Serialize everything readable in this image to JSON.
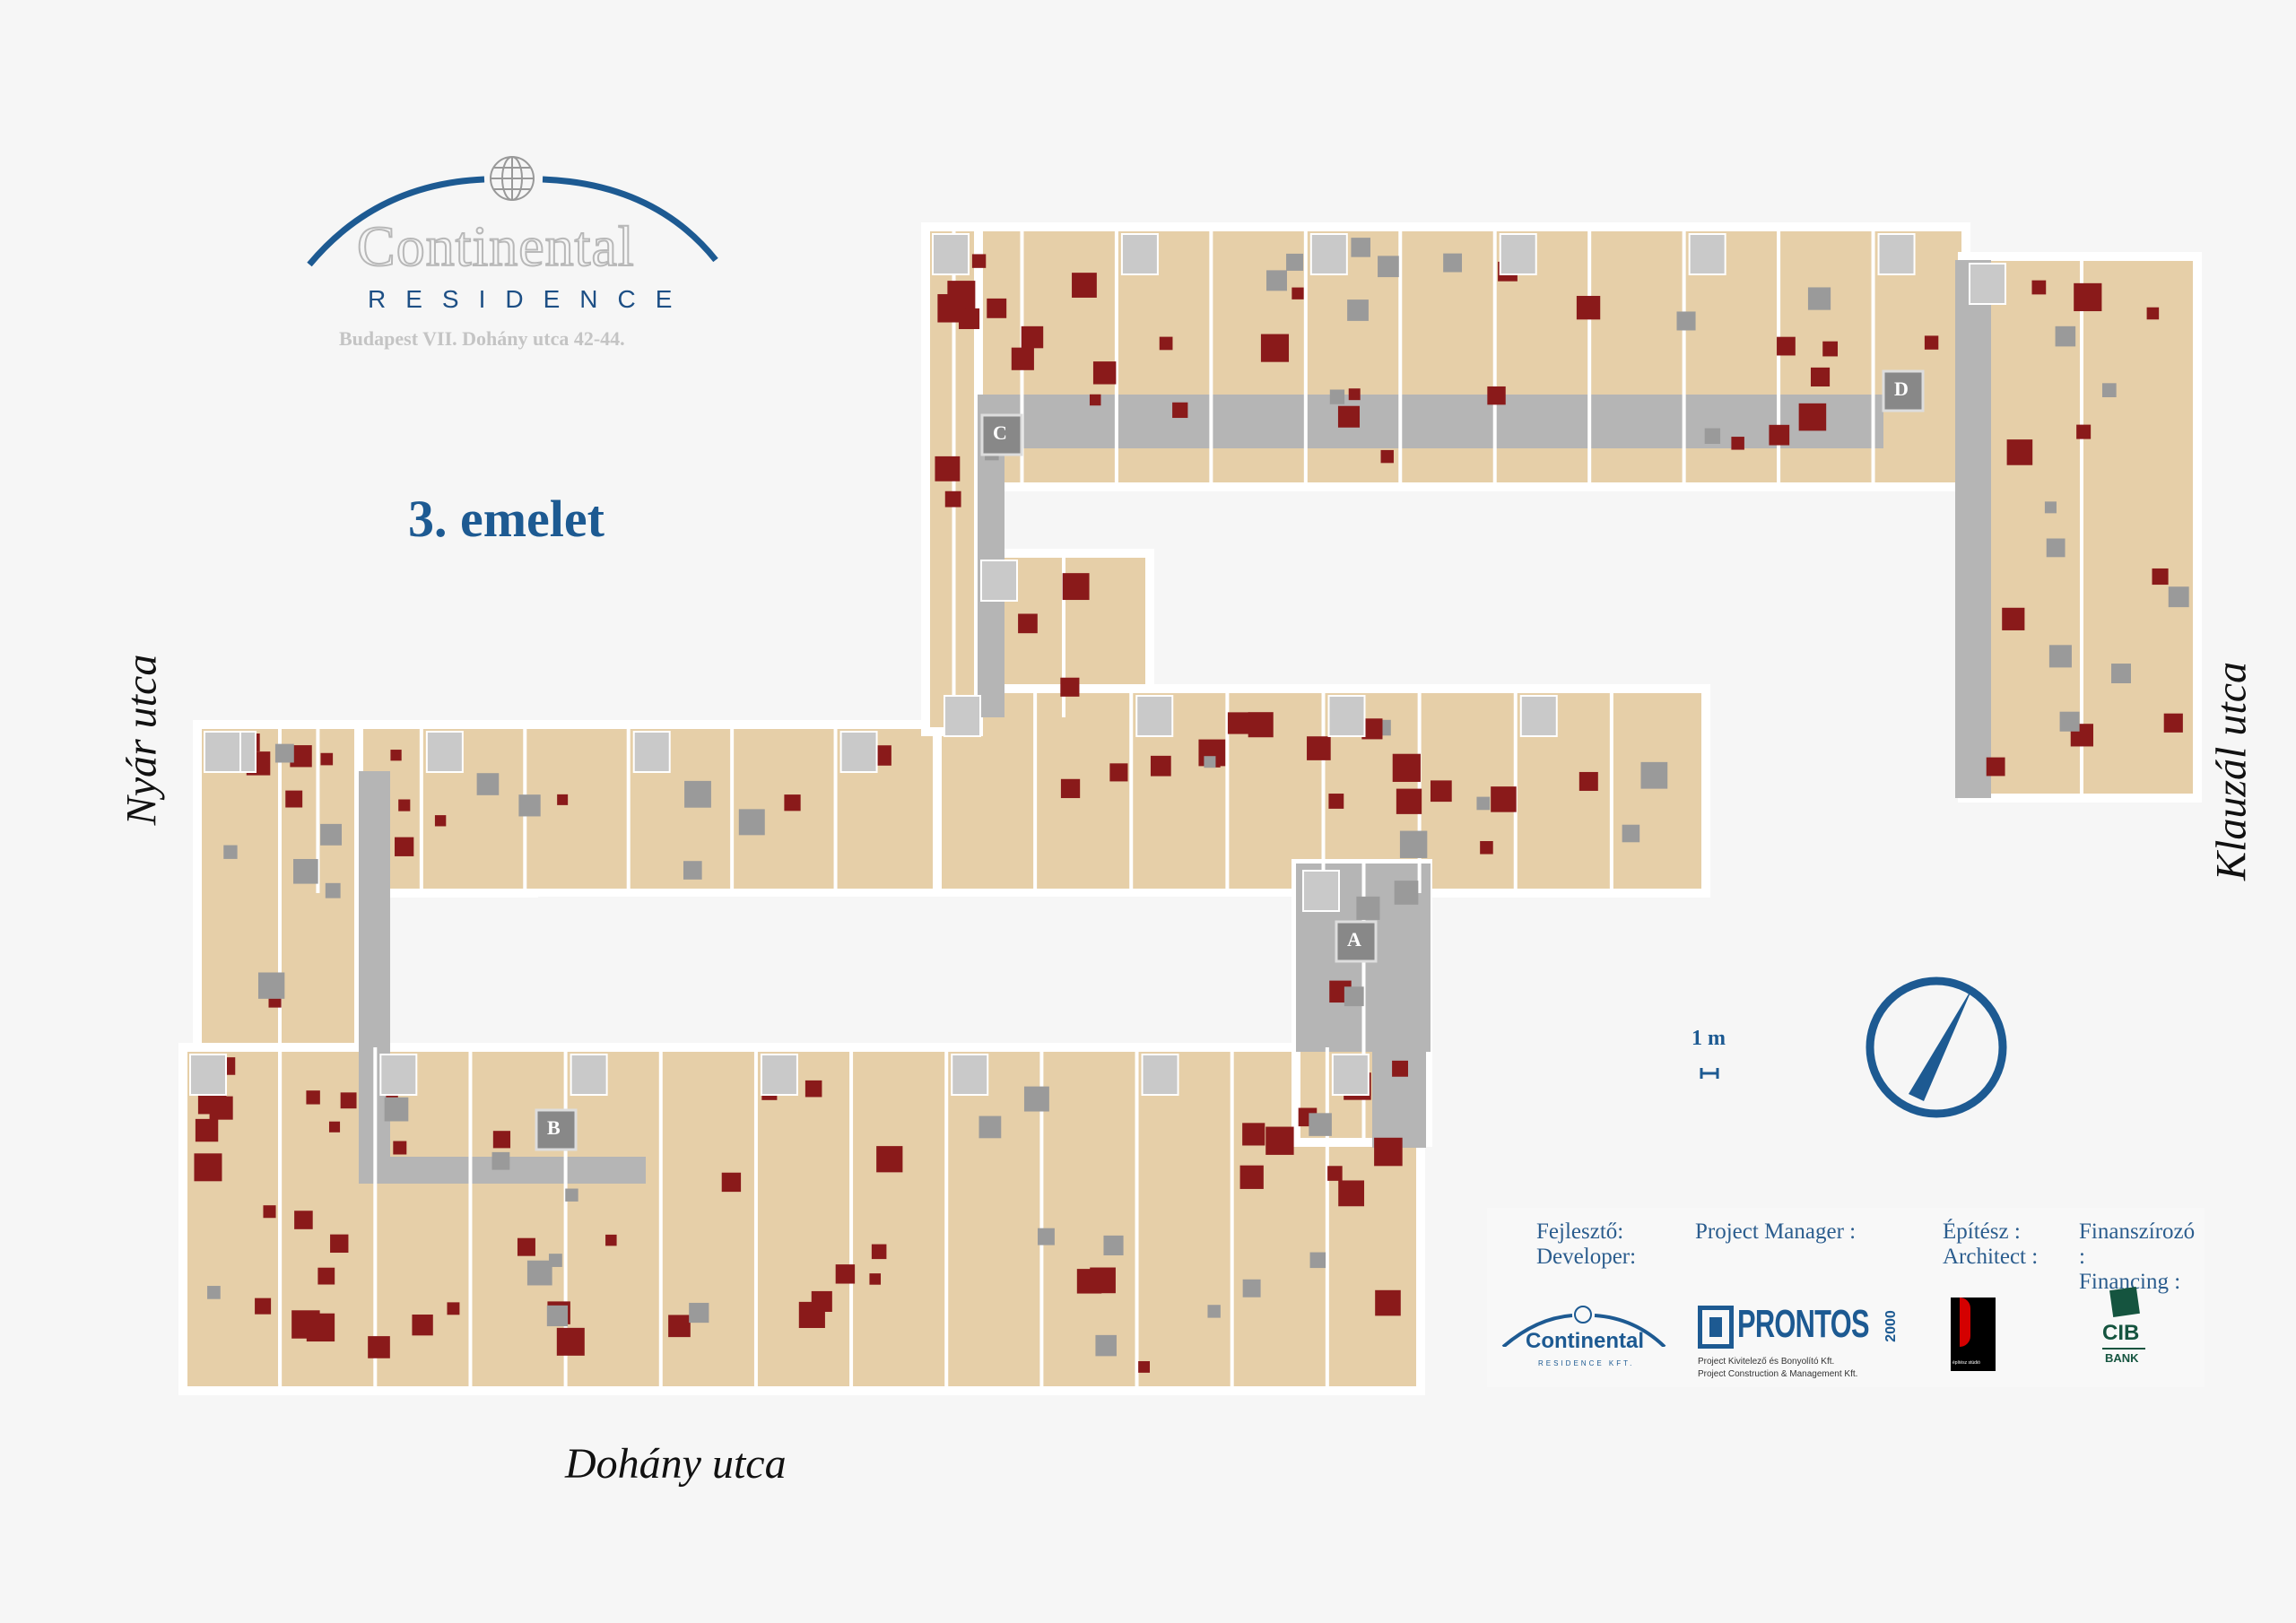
{
  "header": {
    "logo_word": "Continental",
    "logo_sub": "RESIDENCE",
    "address": "Budapest VII. Dohány utca 42-44.",
    "floor_title": "3. emelet"
  },
  "streets": {
    "left": "Nyár utca",
    "right": "Klauzál utca",
    "bottom": "Dohány utca"
  },
  "stairwells": [
    "A",
    "B",
    "C",
    "D"
  ],
  "scale": {
    "label": "1 m"
  },
  "colors": {
    "brand_blue": "#1d5a92",
    "floor_wood": "#e6cfa8",
    "corridor": "#b5b5b5",
    "furniture": "#8a1a1a"
  },
  "credits": {
    "developer_hu": "Fejlesztő:",
    "developer_en": "Developer:",
    "pm_label": "Project Manager :",
    "architect_hu": "Építész :",
    "architect_en": "Architect :",
    "financing_hu": "Finanszírozó :",
    "financing_en": "Financing :",
    "developer_logo": "Continental",
    "developer_logo_sub": "RESIDENCE KFT.",
    "pm_logo": "PRONTOS",
    "pm_logo_year": "2000",
    "pm_line1": "Project Kivitelező és Bonyolító Kft.",
    "pm_line2": "Project Construction & Management Kft.",
    "architect_logo_text": "építész stúdió",
    "bank_logo": "CIB",
    "bank_logo_sub": "BANK"
  }
}
